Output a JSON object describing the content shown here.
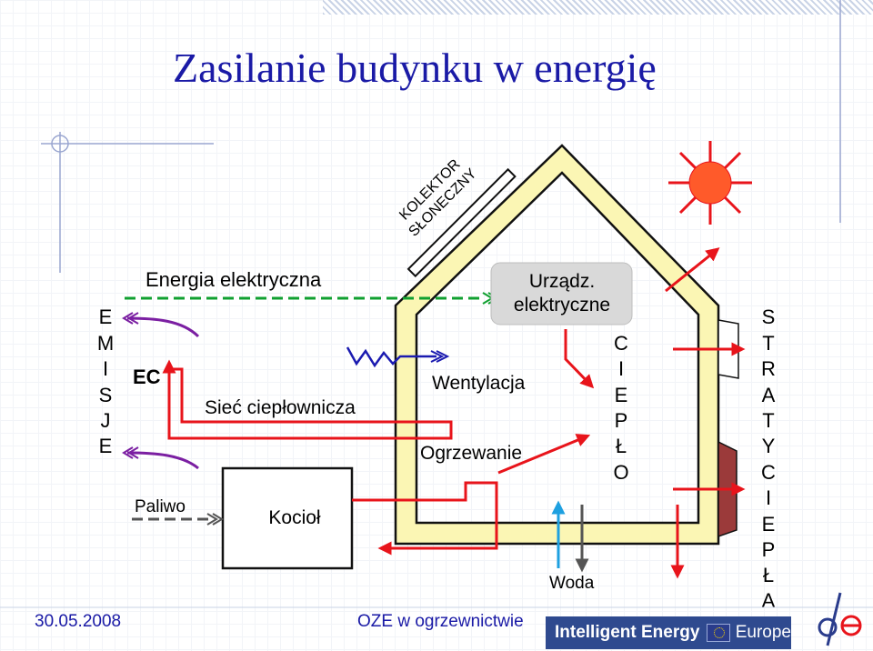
{
  "title": "Zasilanie budynku w energię",
  "labels": {
    "energia_elektryczna": "Energia elektryczna",
    "urzadz_line1": "Urządz.",
    "urzadz_line2": "elektryczne",
    "kolektor_line1": "KOLEKTOR",
    "kolektor_line2": "SŁONECZNY",
    "ec": "EC",
    "siec": "Sieć ciepłownicza",
    "wentylacja": "Wentylacja",
    "ogrzewanie": "Ogrzewanie",
    "paliwo": "Paliwo",
    "kociol": "Kocioł",
    "woda": "Woda"
  },
  "vertical": {
    "emisje": [
      "E",
      "M",
      "I",
      "S",
      "J",
      "E"
    ],
    "cieplo": [
      "C",
      "I",
      "E",
      "P",
      "Ł",
      "O"
    ],
    "straty": [
      "S",
      "T",
      "R",
      "A",
      "T",
      "Y"
    ],
    "ciepla": [
      "C",
      "I",
      "E",
      "P",
      "Ł",
      "A"
    ]
  },
  "footer": {
    "date": "30.05.2008",
    "center": "OZE w ogrzewnictwie",
    "banner_text": "Intelligent Energy",
    "banner_europe": "Europe"
  },
  "colors": {
    "title": "#1a1aa6",
    "arrow_red": "#e8141b",
    "arrow_purple": "#7b1fa2",
    "electric_dashed": "#10a030",
    "house_fill": "#fbf6b4",
    "water_blue": "#1ea0e0",
    "water_gray": "#555555",
    "sun": "#ff5a2a"
  }
}
